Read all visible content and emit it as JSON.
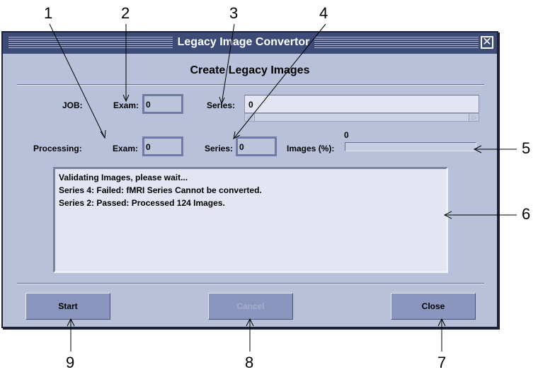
{
  "window": {
    "title": "Legacy Image Convertor",
    "close_icon": "close-x-icon"
  },
  "heading": "Create Legacy Images",
  "job": {
    "label": "JOB:",
    "exam_label": "Exam:",
    "exam_value": "0",
    "series_label": "Series:",
    "series_value": "0"
  },
  "processing": {
    "label": "Processing:",
    "exam_label": "Exam:",
    "exam_value": "0",
    "series_label": "Series:",
    "series_value": "0",
    "images_label": "Images (%):",
    "images_percent_text": "0",
    "images_percent": 0
  },
  "log": {
    "lines": [
      "Validating Images, please wait...",
      "Series 4: Failed: fMRI Series Cannot be converted.",
      "Series 2: Passed: Processed 124 Images."
    ]
  },
  "buttons": {
    "start": "Start",
    "cancel": "Cancel",
    "close": "Close"
  },
  "callouts": [
    "1",
    "2",
    "3",
    "4",
    "5",
    "6",
    "7",
    "8",
    "9"
  ]
}
